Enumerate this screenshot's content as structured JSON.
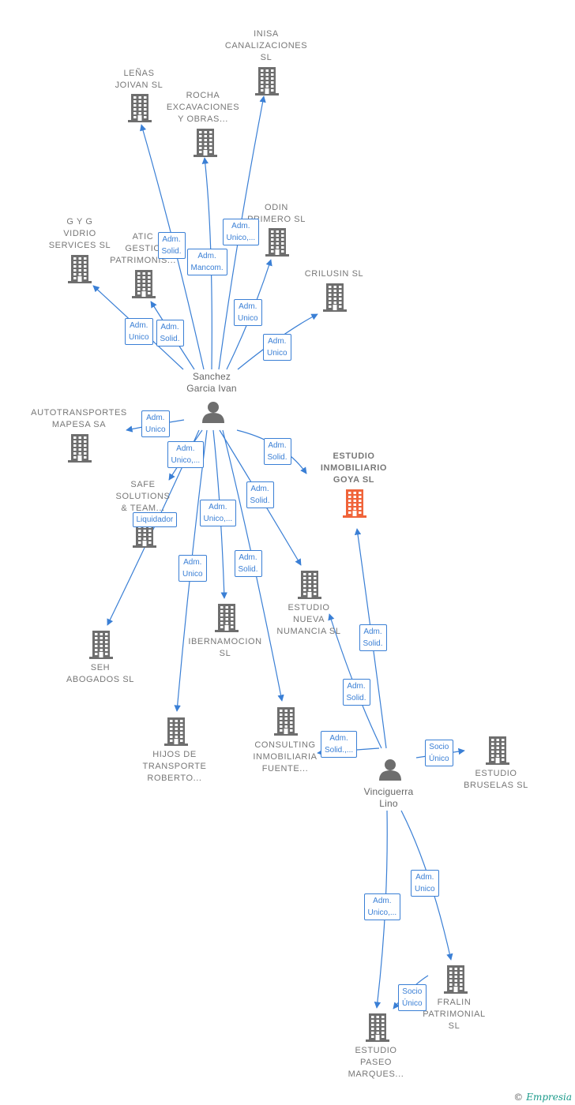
{
  "colors": {
    "edge": "#3a7fd5",
    "building": "#6e6e6e",
    "highlight": "#f0643a",
    "person": "#6e6e6e"
  },
  "persons": [
    {
      "id": "sanchez",
      "label": "Sanchez\nGarcia Ivan"
    },
    {
      "id": "vinciguerra",
      "label": "Vinciguerra\nLino"
    }
  ],
  "companies": [
    {
      "id": "inisa",
      "label": "INISA\nCANALIZACIONES\nSL"
    },
    {
      "id": "lenas",
      "label": "LEÑAS\nJOIVAN  SL"
    },
    {
      "id": "rocha",
      "label": "ROCHA\nEXCAVACIONES\nY OBRAS..."
    },
    {
      "id": "odin",
      "label": "ODIN\nPRIMERO  SL"
    },
    {
      "id": "gyg",
      "label": "G Y G\nVIDRIO\nSERVICES  SL"
    },
    {
      "id": "atic",
      "label": "ATIC\nGESTIO\nPATRIMONIS..."
    },
    {
      "id": "crilusin",
      "label": "CRILUSIN  SL"
    },
    {
      "id": "autotransportes",
      "label": "AUTOTRANSPORTES\nMAPESA SA"
    },
    {
      "id": "goya",
      "label": "ESTUDIO\nINMOBILIARIO\nGOYA  SL",
      "highlight": true
    },
    {
      "id": "safe",
      "label": "SAFE\nSOLUTIONS\n& TEAM..."
    },
    {
      "id": "numancia",
      "label": "ESTUDIO\nNUEVA\nNUMANCIA  SL"
    },
    {
      "id": "ibernamocion",
      "label": "IBERNAMOCION\nSL"
    },
    {
      "id": "seh",
      "label": "SEH\nABOGADOS  SL"
    },
    {
      "id": "hijos",
      "label": "HIJOS DE\nTRANSPORTE\nROBERTO..."
    },
    {
      "id": "consulting",
      "label": "CONSULTING\nINMOBILIARIA\nFUENTE..."
    },
    {
      "id": "bruselas",
      "label": "ESTUDIO\nBRUSELAS  SL"
    },
    {
      "id": "fralin",
      "label": "FRALIN\nPATRIMONIAL\nSL"
    },
    {
      "id": "paseo",
      "label": "ESTUDIO\nPASEO\nMARQUES..."
    }
  ],
  "relations": [
    {
      "from": "sanchez",
      "to": "inisa",
      "label": "Adm.\nUnico,..."
    },
    {
      "from": "sanchez",
      "to": "lenas",
      "label": "Adm.\nSolid."
    },
    {
      "from": "sanchez",
      "to": "rocha",
      "label": "Adm.\nMancom."
    },
    {
      "from": "sanchez",
      "to": "odin",
      "label": "Adm.\nUnico"
    },
    {
      "from": "sanchez",
      "to": "gyg",
      "label": "Adm.\nUnico"
    },
    {
      "from": "sanchez",
      "to": "atic",
      "label": "Adm.\nSolid."
    },
    {
      "from": "sanchez",
      "to": "crilusin",
      "label": "Adm.\nUnico"
    },
    {
      "from": "sanchez",
      "to": "autotransportes",
      "label": "Adm.\nUnico"
    },
    {
      "from": "sanchez",
      "to": "goya",
      "label": "Adm.\nSolid."
    },
    {
      "from": "sanchez",
      "to": "safe",
      "label": "Adm.\nUnico,..."
    },
    {
      "from": "sanchez",
      "to": "numancia",
      "label": "Adm.\nSolid."
    },
    {
      "from": "sanchez",
      "to": "ibernamocion",
      "label": "Adm.\nUnico,..."
    },
    {
      "from": "sanchez",
      "to": "seh",
      "label": "Liquidador"
    },
    {
      "from": "sanchez",
      "to": "hijos",
      "label": "Adm.\nUnico"
    },
    {
      "from": "sanchez",
      "to": "consulting",
      "label": "Adm.\nSolid."
    },
    {
      "from": "vinciguerra",
      "to": "goya",
      "label": "Adm.\nSolid."
    },
    {
      "from": "vinciguerra",
      "to": "numancia",
      "label": "Adm.\nSolid."
    },
    {
      "from": "vinciguerra",
      "to": "consulting",
      "label": "Adm.\nSolid.,..."
    },
    {
      "from": "vinciguerra",
      "to": "bruselas",
      "label": "Socio\nÚnico"
    },
    {
      "from": "vinciguerra",
      "to": "fralin",
      "label": "Adm.\nUnico"
    },
    {
      "from": "vinciguerra",
      "to": "paseo",
      "label": "Adm.\nUnico,..."
    },
    {
      "from": "fralin",
      "to": "paseo",
      "label": "Socio\nÚnico"
    }
  ],
  "footer": {
    "copyright": "©",
    "brand": "Empresia"
  }
}
